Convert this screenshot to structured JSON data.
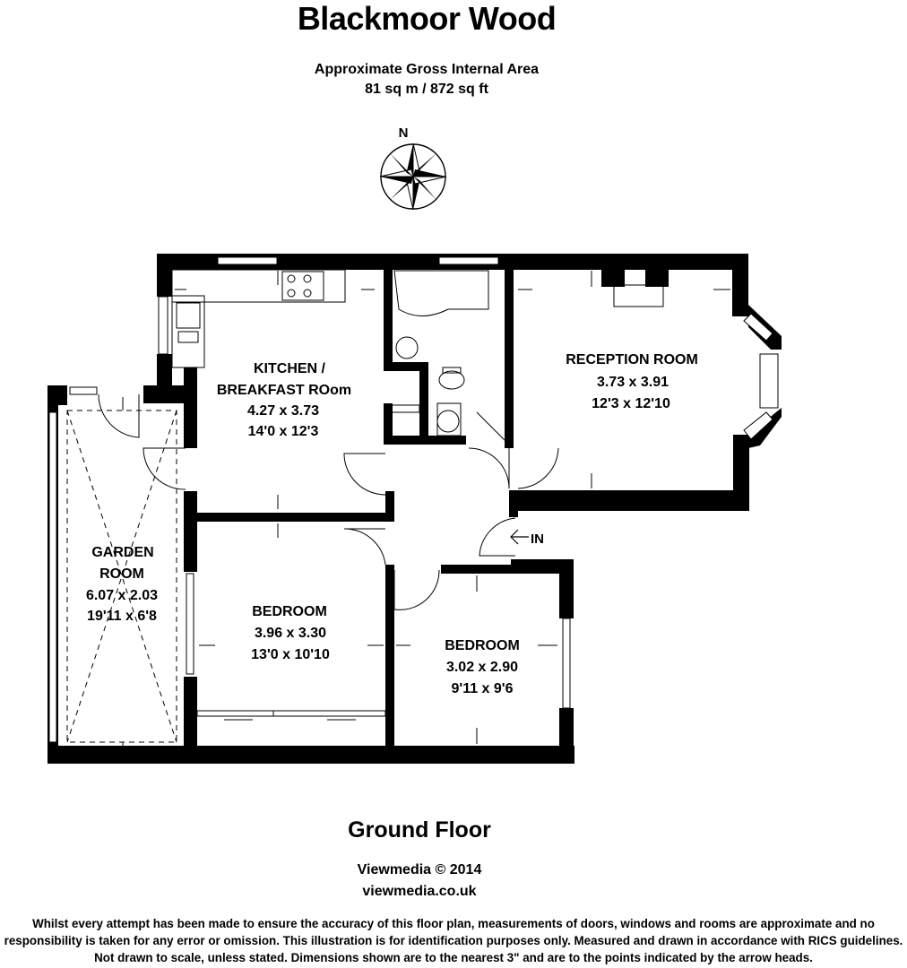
{
  "header": {
    "title": "Blackmoor Wood",
    "area_label": "Approximate Gross Internal Area",
    "area_value": "81 sq m / 872 sq ft"
  },
  "compass": {
    "label": "N"
  },
  "rooms": {
    "kitchen": {
      "name_line1": "KITCHEN /",
      "name_line2": "BREAKFAST ROom",
      "metric": "4.27 x 3.73",
      "imperial": "14'0 x 12'3"
    },
    "reception": {
      "name": "RECEPTION ROOM",
      "metric": "3.73 x 3.91",
      "imperial": "12'3 x 12'10"
    },
    "garden": {
      "name_line1": "GARDEN",
      "name_line2": "ROOM",
      "metric": "6.07 x 2.03",
      "imperial": "19'11 x 6'8"
    },
    "bedroom1": {
      "name": "BEDROOM",
      "metric": "3.96 x 3.30",
      "imperial": "13'0 x 10'10"
    },
    "bedroom2": {
      "name": "BEDROOM",
      "metric": "3.02 x 2.90",
      "imperial": "9'11 x 9'6"
    }
  },
  "entrance": {
    "label": "IN"
  },
  "footer": {
    "floor": "Ground Floor",
    "credit": "Viewmedia © 2014",
    "website": "viewmedia.co.uk",
    "disclaimer": [
      "Whilst every attempt has been made to ensure the accuracy of this floor plan, measurements of doors, windows and rooms are approximate and no",
      "responsibility is taken for any error or omission. This illustration is for identification purposes only. Measured and drawn in accordance with RICS guidelines.",
      "Not drawn to scale, unless stated. Dimensions shown are to the nearest 3\" and are to the points indicated by the arrow heads."
    ]
  },
  "colors": {
    "wall": "#000000",
    "background": "#ffffff",
    "fixture": "#555555"
  }
}
